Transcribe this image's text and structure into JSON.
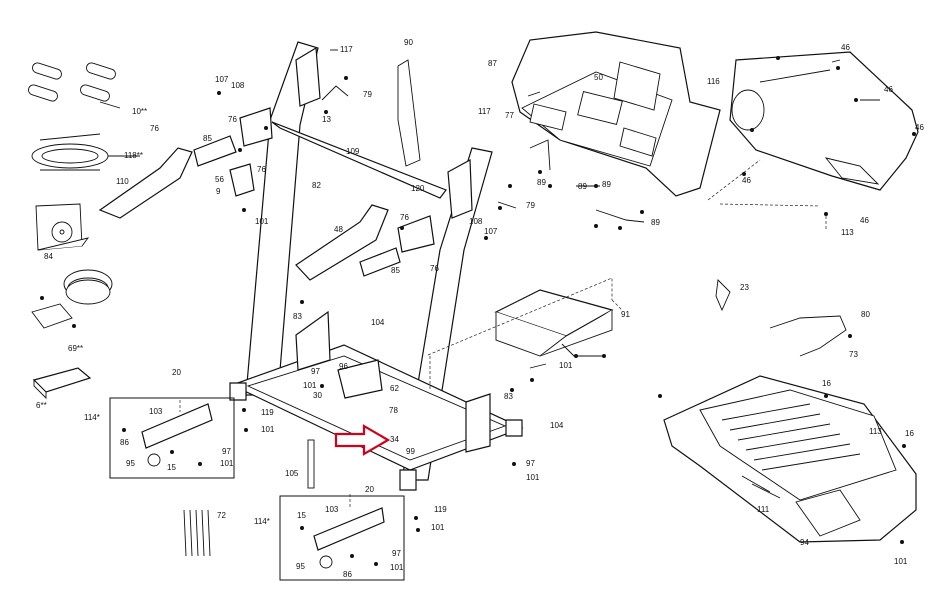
{
  "labels": {
    "l117a": "117",
    "l90": "90",
    "l87": "87",
    "l50": "50",
    "l46a": "46",
    "l107a": "107",
    "l108a": "108",
    "l79a": "79",
    "l10": "10**",
    "l116": "116",
    "l46b": "46",
    "l76a": "76",
    "l76b": "76",
    "l13": "13",
    "l117b": "117",
    "l77": "77",
    "l46c": "46",
    "l118": "118**",
    "l85a": "85",
    "l109": "109",
    "l76c": "76",
    "l110": "110",
    "l56": "56",
    "l82": "82",
    "l120": "120",
    "l89a": "89",
    "l89b": "89",
    "l89c": "89",
    "l46d": "46",
    "l9": "9",
    "l101a": "101",
    "l79b": "79",
    "l89d": "89",
    "l46e": "46",
    "l48": "48",
    "l76d": "76",
    "l108b": "108",
    "l107b": "107",
    "l113a": "113",
    "l84": "84",
    "l85b": "85",
    "l76e": "76",
    "l23": "23",
    "l91": "91",
    "l80": "80",
    "l83a": "83",
    "l104a": "104",
    "l69": "69**",
    "l73": "73",
    "l97a": "97",
    "l96": "96",
    "l101b": "101",
    "l20a": "20",
    "l101c": "101",
    "l16a": "16",
    "l6": "6**",
    "l62": "62",
    "l30": "30",
    "l83b": "83",
    "l103a": "103",
    "l78": "78",
    "l114a": "114*",
    "l119a": "119",
    "l86a": "86",
    "l101d": "101",
    "l34": "34",
    "l104b": "104",
    "l113b": "113",
    "l16b": "16",
    "l97b": "97",
    "l99": "99",
    "l95a": "95",
    "l15a": "15",
    "l101e": "101",
    "l97c": "97",
    "l105": "105",
    "l101f": "101",
    "l20b": "20",
    "l119b": "119",
    "l111": "111",
    "l72": "72",
    "l114b": "114*",
    "l103b": "103",
    "l15b": "15",
    "l101g": "101",
    "l94": "94",
    "l97d": "97",
    "l95b": "95",
    "l101h": "101",
    "l86b": "86",
    "l101i": "101"
  },
  "highlight_color": "#d0021b"
}
